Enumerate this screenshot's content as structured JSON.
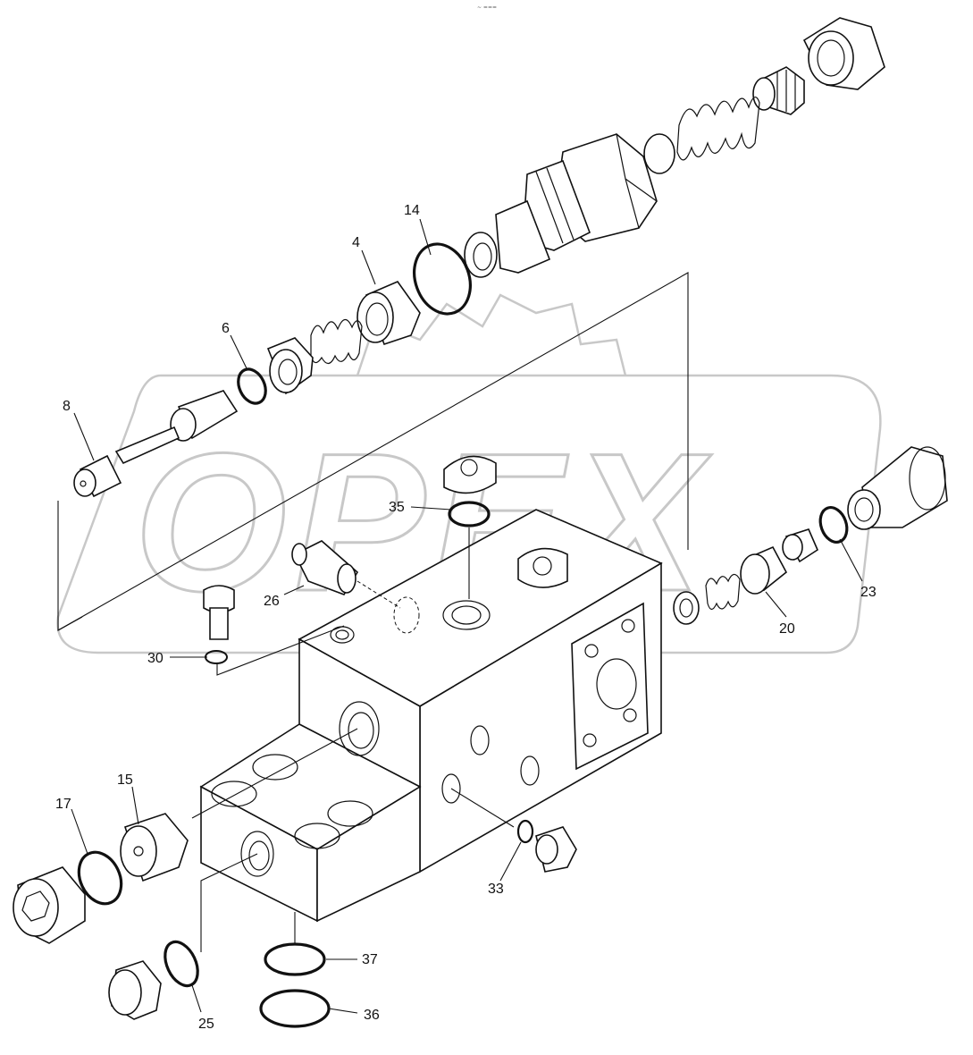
{
  "watermark": {
    "text": "OPEX"
  },
  "header_mark": "~ ===",
  "callouts": [
    {
      "id": "c14",
      "label": "14"
    },
    {
      "id": "c4",
      "label": "4"
    },
    {
      "id": "c6",
      "label": "6"
    },
    {
      "id": "c8",
      "label": "8"
    },
    {
      "id": "c35",
      "label": "35"
    },
    {
      "id": "c26",
      "label": "26"
    },
    {
      "id": "c30",
      "label": "30"
    },
    {
      "id": "c23",
      "label": "23"
    },
    {
      "id": "c20",
      "label": "20"
    },
    {
      "id": "c15",
      "label": "15"
    },
    {
      "id": "c17",
      "label": "17"
    },
    {
      "id": "c33",
      "label": "33"
    },
    {
      "id": "c37",
      "label": "37"
    },
    {
      "id": "c25",
      "label": "25"
    },
    {
      "id": "c36",
      "label": "36"
    }
  ]
}
